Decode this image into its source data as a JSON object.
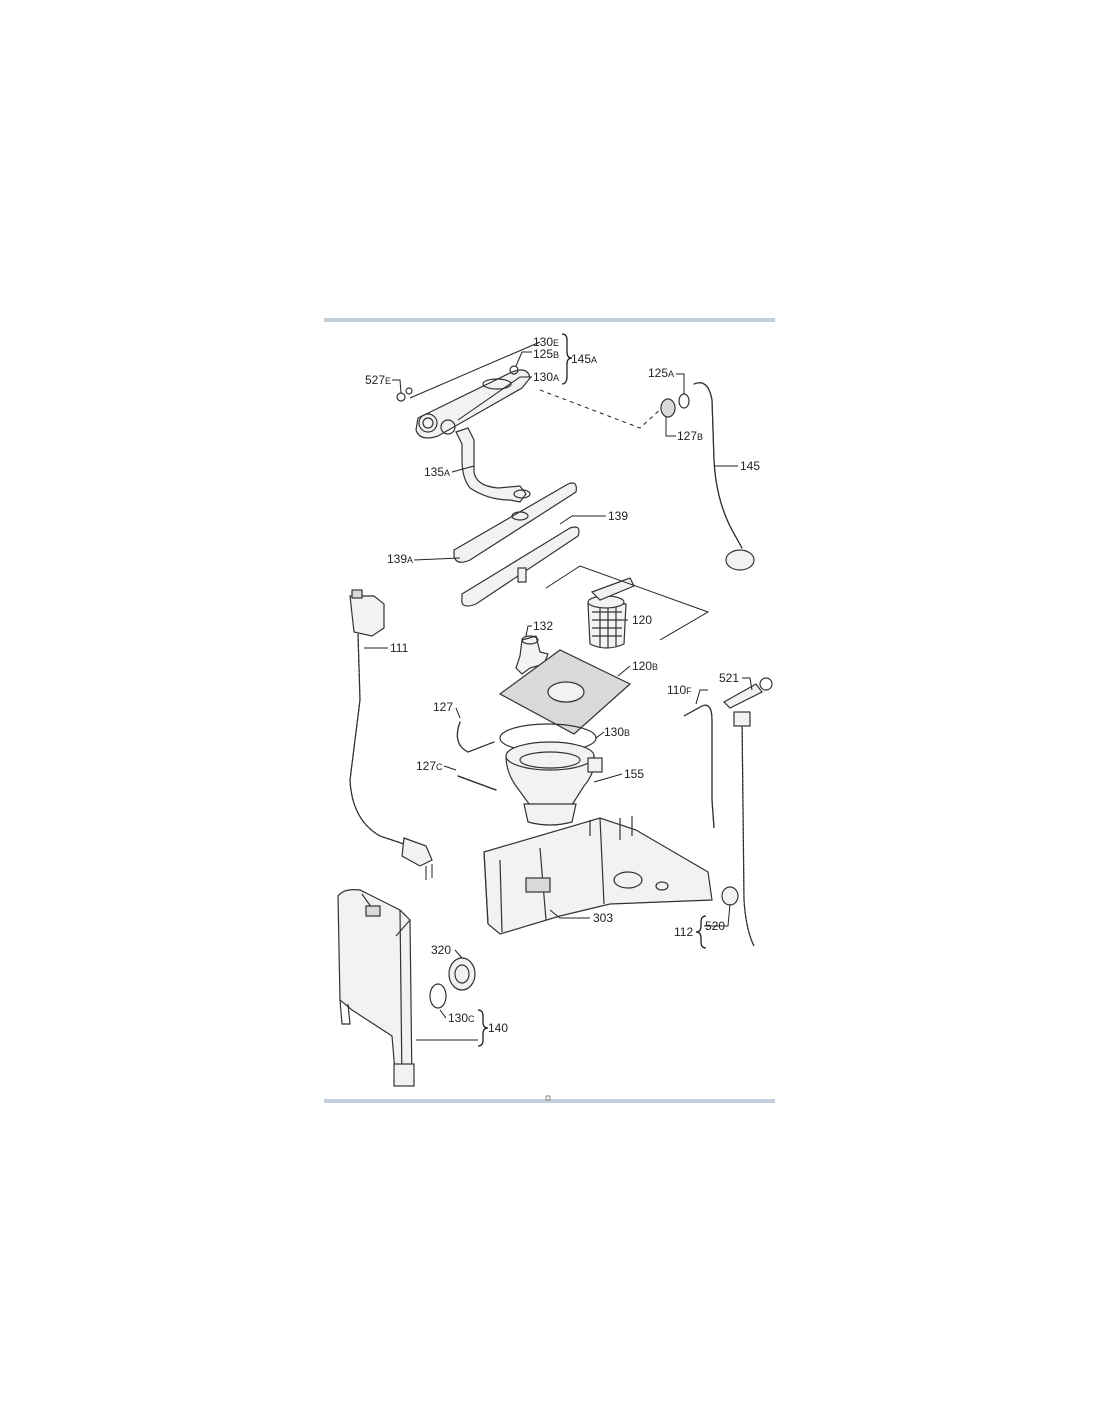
{
  "diagram": {
    "labels": [
      {
        "id": "l130e",
        "num": "130",
        "suffix": "E"
      },
      {
        "id": "l125b",
        "num": "125",
        "suffix": "B"
      },
      {
        "id": "l145a",
        "num": "145",
        "suffix": "A"
      },
      {
        "id": "l130a",
        "num": "130",
        "suffix": "A"
      },
      {
        "id": "l527e",
        "num": "527",
        "suffix": "E"
      },
      {
        "id": "l125a",
        "num": "125",
        "suffix": "A"
      },
      {
        "id": "l127b",
        "num": "127",
        "suffix": "B"
      },
      {
        "id": "l145",
        "num": "145",
        "suffix": ""
      },
      {
        "id": "l135a",
        "num": "135",
        "suffix": "A"
      },
      {
        "id": "l139",
        "num": "139",
        "suffix": ""
      },
      {
        "id": "l139a",
        "num": "139",
        "suffix": "A"
      },
      {
        "id": "l111",
        "num": "111",
        "suffix": ""
      },
      {
        "id": "l132",
        "num": "132",
        "suffix": ""
      },
      {
        "id": "l120",
        "num": "120",
        "suffix": ""
      },
      {
        "id": "l120b",
        "num": "120",
        "suffix": "B"
      },
      {
        "id": "l110f",
        "num": "110",
        "suffix": "F"
      },
      {
        "id": "l521",
        "num": "521",
        "suffix": ""
      },
      {
        "id": "l127",
        "num": "127",
        "suffix": ""
      },
      {
        "id": "l130b",
        "num": "130",
        "suffix": "B"
      },
      {
        "id": "l127c",
        "num": "127",
        "suffix": "C"
      },
      {
        "id": "l155",
        "num": "155",
        "suffix": ""
      },
      {
        "id": "l303",
        "num": "303",
        "suffix": ""
      },
      {
        "id": "l112",
        "num": "112",
        "suffix": ""
      },
      {
        "id": "l520",
        "num": "520",
        "suffix": ""
      },
      {
        "id": "l320",
        "num": "320",
        "suffix": ""
      },
      {
        "id": "l130c",
        "num": "130",
        "suffix": "C"
      },
      {
        "id": "l140",
        "num": "140",
        "suffix": ""
      }
    ],
    "colors": {
      "frame_rule": "#c5cfdc",
      "ink": "#222222",
      "part_fill": "#f2f2f2",
      "mesh_fill": "#d9d9d9"
    }
  }
}
